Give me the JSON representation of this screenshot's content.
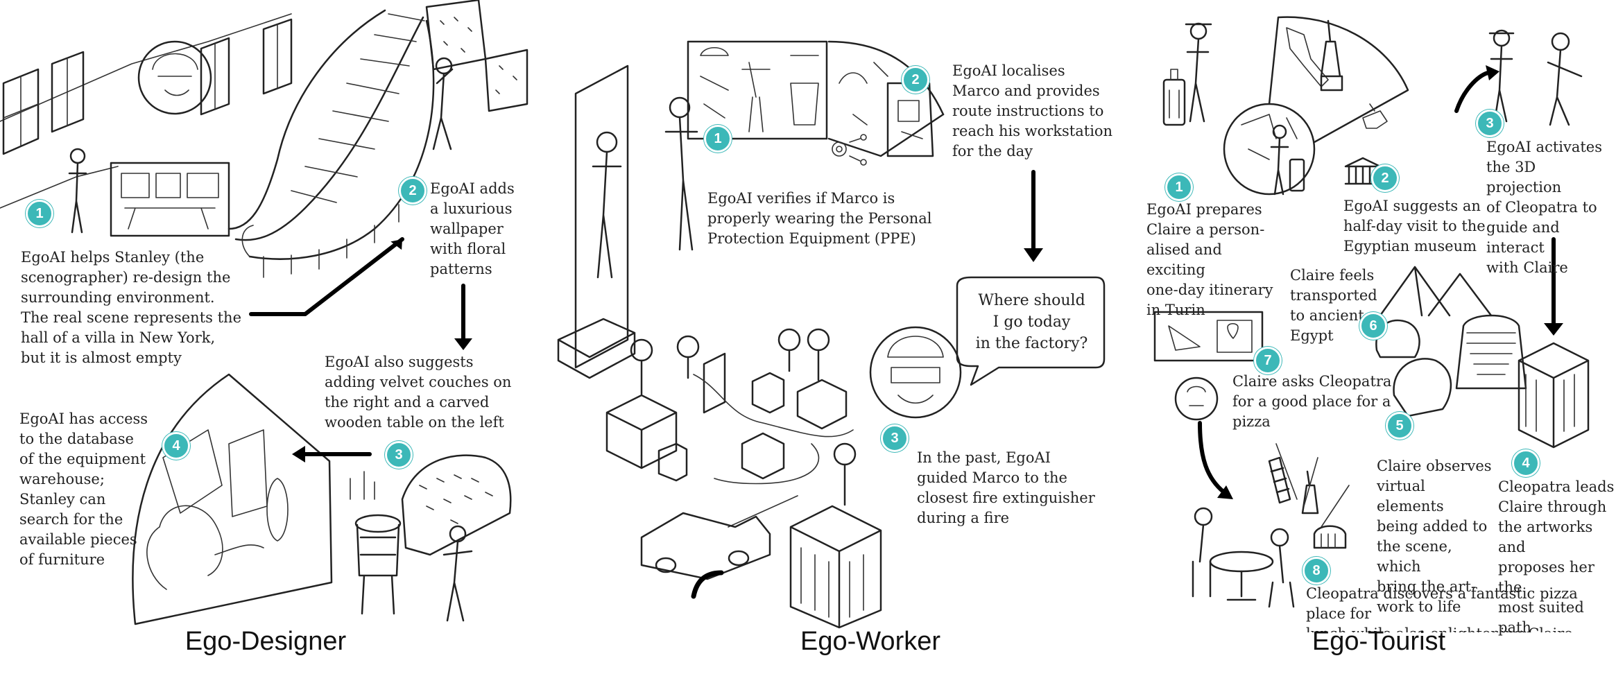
{
  "colors": {
    "badge": "#3cb8b8",
    "ink": "#222222",
    "arrow": "#000000"
  },
  "panels": {
    "designer": {
      "title": "Ego-Designer",
      "captions": {
        "c1": "EgoAI helps Stanley (the\nscenographer) re-design the\nsurrounding environment.\nThe real scene represents the\nhall of a villa in New York,\nbut it is almost empty",
        "c2": "EgoAI adds\na luxurious\nwallpaper\nwith floral\npatterns",
        "c3": "EgoAI also suggests\nadding velvet couches on\nthe right and a carved\nwooden table on the left",
        "c4": "EgoAI has access\nto the database\nof the equipment\nwarehouse;\nStanley can\nsearch for the\navailable pieces\nof furniture"
      },
      "badges": [
        "1",
        "2",
        "3",
        "4"
      ]
    },
    "worker": {
      "title": "Ego-Worker",
      "captions": {
        "c1": "EgoAI verifies if Marco is\nproperly wearing the Personal\nProtection Equipment (PPE)",
        "c2": "EgoAI localises\nMarco and provides\nroute instructions to\nreach his workstation\nfor the day",
        "c3": "In the past, EgoAI\nguided Marco to the\nclosest fire extinguisher\nduring a fire"
      },
      "speech": "Where should\nI go today\nin the factory?",
      "badges": [
        "1",
        "2",
        "3"
      ]
    },
    "tourist": {
      "title": "Ego-Tourist",
      "captions": {
        "c1": "EgoAI prepares\nClaire a person-\nalised and exciting\none-day itinerary\nin Turin",
        "c2": "EgoAI suggests an\nhalf-day visit to the\nEgyptian museum",
        "c3": "EgoAI activates\nthe 3D projection\nof Cleopatra to\nguide and interact\nwith Claire",
        "c4": "Cleopatra leads\nClaire through\nthe artworks and\nproposes her the\nmost suited path",
        "c5": "Claire observes\nvirtual elements\nbeing added to\nthe scene, which\nbring the art-\nwork to life",
        "c6": "Claire feels\ntransported\nto ancient\nEgypt",
        "c7": "Claire asks Cleopatra\nfor a good place for a\npizza",
        "c8": "Cleopatra discovers a fantastic pizza place for\nlunch while also enlightening Claire about the\nhistory behind various Italian monuments"
      },
      "badges": [
        "1",
        "2",
        "3",
        "4",
        "5",
        "6",
        "7",
        "8"
      ]
    }
  },
  "icons": [
    "person-icon",
    "staircase-icon",
    "window-icon",
    "wallpaper-icon",
    "couch-icon",
    "table-icon",
    "mirror-icon",
    "mirror-person-icon",
    "ppe-icon",
    "map-icon",
    "factory-building-icon",
    "truck-icon",
    "location-pin-icon",
    "worker-face-icon",
    "italy-map-icon",
    "mole-antonelliana-icon",
    "museum-icon",
    "cleopatra-icon",
    "pyramids-icon",
    "pharaoh-icon",
    "pizza-icon",
    "colosseum-icon",
    "pisa-tower-icon",
    "suitcase-icon"
  ]
}
